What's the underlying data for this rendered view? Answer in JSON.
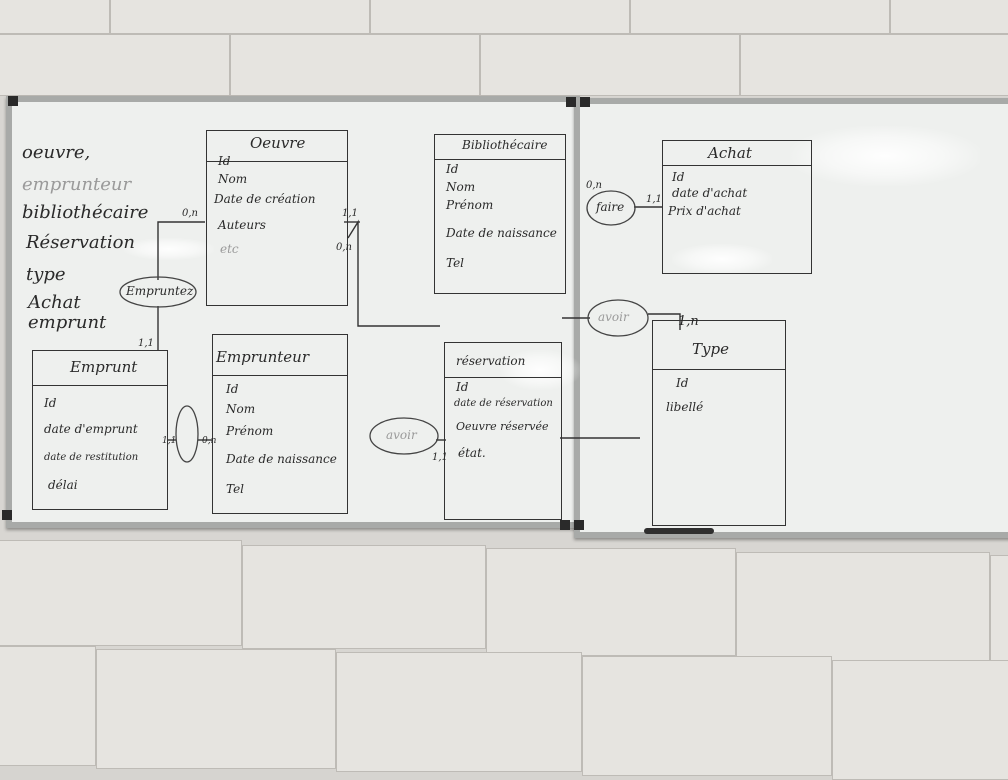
{
  "left_list": [
    "oeuvre,",
    "emprunteur",
    "bibliothécaire",
    "Réservation",
    "type",
    "Achat",
    "emprunt"
  ],
  "entities": {
    "oeuvre": {
      "title": "Oeuvre",
      "fields": [
        "Id",
        "Nom",
        "Date de création",
        "Auteurs",
        "etc"
      ]
    },
    "bibliothecaire": {
      "title": "Bibliothécaire",
      "fields": [
        "Id",
        "Nom",
        "Prénom",
        "Date de naissance",
        "Tel"
      ]
    },
    "emprunt": {
      "title": "Emprunt",
      "fields": [
        "Id",
        "date d'emprunt",
        "date de restitution",
        "délai"
      ]
    },
    "emprunteur": {
      "title": "Emprunteur",
      "fields": [
        "Id",
        "Nom",
        "Prénom",
        "Date de naissance",
        "Tel"
      ]
    },
    "reservation": {
      "title": "réservation",
      "fields": [
        "Id",
        "date de réservation",
        "Oeuvre réservée",
        "état."
      ]
    },
    "achat": {
      "title": "Achat",
      "fields": [
        "Id",
        "date d'achat",
        "Prix d'achat"
      ]
    },
    "type": {
      "title": "Type",
      "fields": [
        "Id",
        "libellé"
      ]
    }
  },
  "relations": {
    "empruntez": "Empruntez",
    "faire": "faire",
    "avoir1": "avoir",
    "avoir2": "avoir"
  },
  "cardinalities": {
    "c0n_oeuvre": "0,n",
    "c11_oeuvre": "1,1",
    "c0n_biblio": "0,n",
    "c11_emprunt": "1,1",
    "c11_emp_a": "1,1",
    "c0n_emp_b": "0,n",
    "c11_resa": "1,1",
    "c0n_achat": "0,n",
    "c11_achat": "1,1",
    "c1n_type": "1,n"
  },
  "colors": {
    "ink": "#2a2a2a",
    "board": "#eef0ee",
    "frame": "#a8aaa8",
    "wall": "#d8d6d2"
  }
}
